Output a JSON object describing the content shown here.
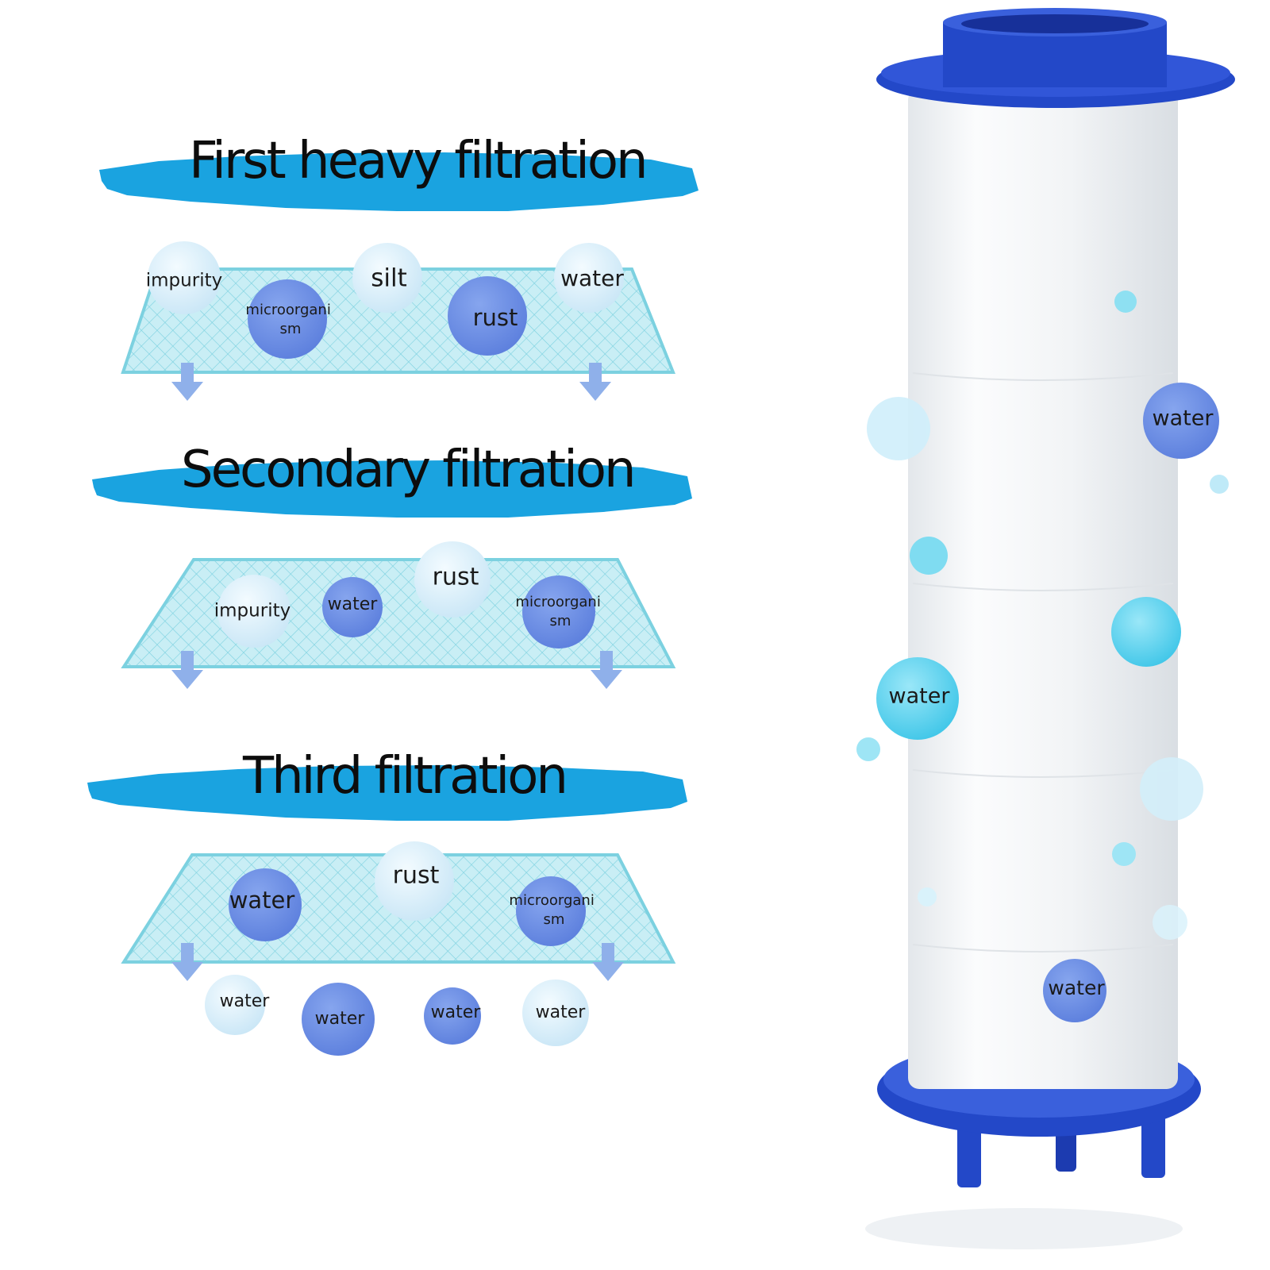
{
  "palette": {
    "brush": "#1aa3e0",
    "mesh_fill": "#c9eef5",
    "mesh_line": "#7cd1e0",
    "particle_dark": "#6f8ee6",
    "particle_light": "#d7eefa",
    "arrow": "#8fb0ea",
    "cap_blue": "#2348c8",
    "cartridge_white": "#f4f6f8"
  },
  "stages": [
    {
      "title": "First heavy filtration",
      "particles": [
        {
          "label": "impurity",
          "tone": "light"
        },
        {
          "label": "silt",
          "tone": "light"
        },
        {
          "label": "water",
          "tone": "light"
        },
        {
          "label": "microorgani\nsm",
          "tone": "dark"
        },
        {
          "label": "rust",
          "tone": "dark"
        }
      ]
    },
    {
      "title": "Secondary filtration",
      "particles": [
        {
          "label": "impurity",
          "tone": "light"
        },
        {
          "label": "water",
          "tone": "dark"
        },
        {
          "label": "rust",
          "tone": "light"
        },
        {
          "label": "microorgani\nsm",
          "tone": "dark"
        }
      ]
    },
    {
      "title": "Third filtration",
      "particles": [
        {
          "label": "water",
          "tone": "dark"
        },
        {
          "label": "rust",
          "tone": "light"
        },
        {
          "label": "microorgani\nsm",
          "tone": "dark"
        }
      ]
    }
  ],
  "output_drops": [
    {
      "label": "water",
      "tone": "light"
    },
    {
      "label": "water",
      "tone": "dark"
    },
    {
      "label": "water",
      "tone": "dark"
    },
    {
      "label": "water",
      "tone": "light"
    }
  ],
  "cartridge": {
    "labels": [
      {
        "label": "water",
        "tone": "dark"
      },
      {
        "label": "water",
        "tone": "cyan"
      },
      {
        "label": "water",
        "tone": "dark"
      }
    ]
  }
}
